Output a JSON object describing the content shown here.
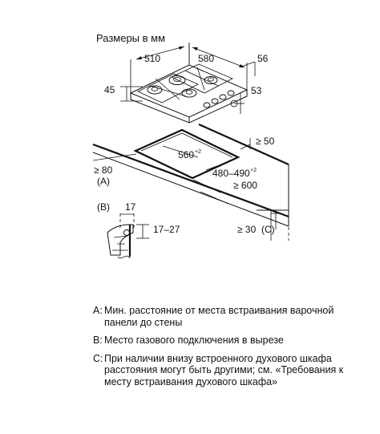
{
  "title": "Размеры в мм",
  "dimensions": {
    "d510": "510",
    "d580": "580",
    "d56": "56",
    "d45": "45",
    "d53": "53",
    "d50": "≥ 50",
    "d560": "560",
    "d560_tol": "+2",
    "d480_490": "480–490",
    "d480_490_tol": "+2",
    "d80": "≥ 80",
    "d600": "≥ 600",
    "d17": "17",
    "d17_27": "17–27",
    "d30": "≥ 30"
  },
  "markers": {
    "a": "(A)",
    "b": "(B)",
    "c": "(C)"
  },
  "legend": [
    {
      "key": "A:",
      "text": "Мин. расстояние от места встраивания варочной панели до стены"
    },
    {
      "key": "B:",
      "text": "Место газового подключения в вырезе"
    },
    {
      "key": "C:",
      "text": "При наличии внизу встроенного духового шкафа расстояния могут быть другими; см. «Требования к месту встраивания духового шкафа»"
    }
  ]
}
